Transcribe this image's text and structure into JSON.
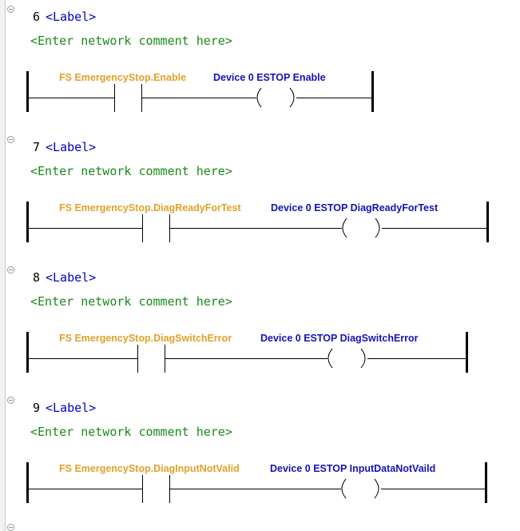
{
  "networks": [
    {
      "number": "6",
      "label": "<Label>",
      "comment": "<Enter network comment here>",
      "contact_var": "FS EmergencyStop.Enable",
      "coil_var": "Device 0 ESTOP Enable"
    },
    {
      "number": "7",
      "label": "<Label>",
      "comment": "<Enter network comment here>",
      "contact_var": "FS EmergencyStop.DiagReadyForTest",
      "coil_var": "Device 0 ESTOP DiagReadyForTest"
    },
    {
      "number": "8",
      "label": "<Label>",
      "comment": "<Enter network comment here>",
      "contact_var": "FS EmergencyStop.DiagSwitchError",
      "coil_var": "Device 0 ESTOP DiagSwitchError"
    },
    {
      "number": "9",
      "label": "<Label>",
      "comment": "<Enter network comment here>",
      "contact_var": "FS EmergencyStop.DiagInputNotValid",
      "coil_var": "Device 0 ESTOP InputDataNotVaild"
    }
  ],
  "colors": {
    "contact_variable": "#e0a22a",
    "coil_variable": "#1414b4",
    "label": "#0000c8",
    "comment": "#1a8a1a"
  },
  "icons": {
    "collapse": "collapse-network-icon"
  }
}
